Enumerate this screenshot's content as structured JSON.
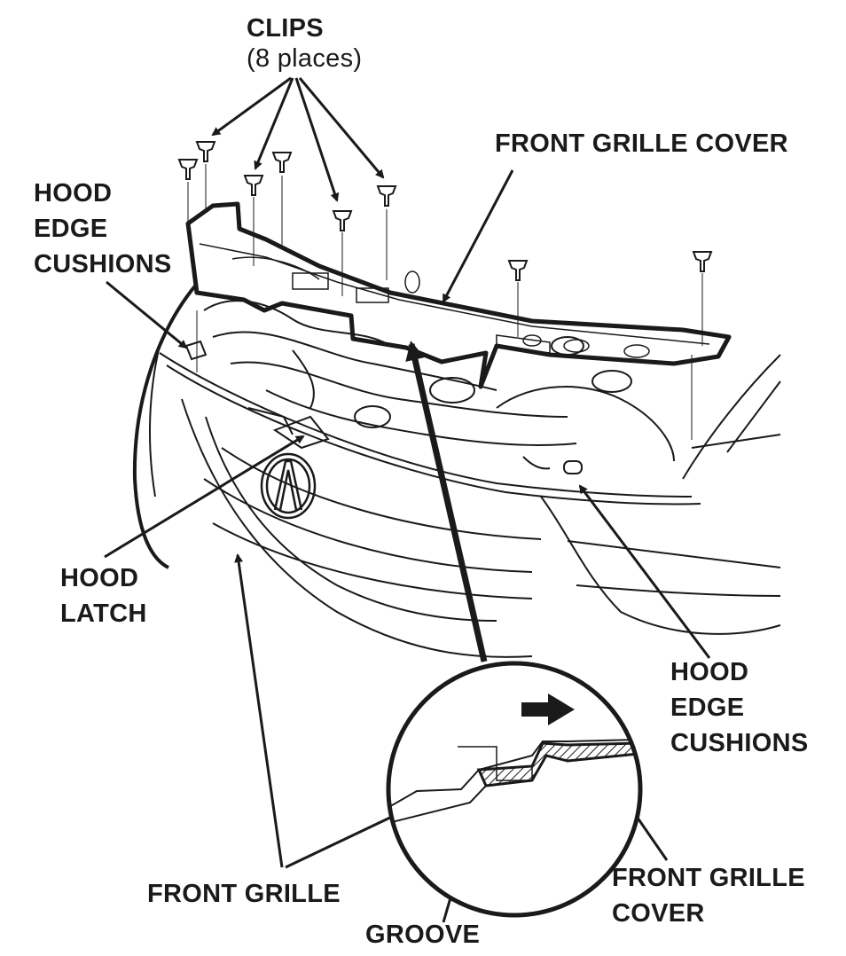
{
  "labels": {
    "clips": {
      "title": "CLIPS",
      "sub": "(8 places)"
    },
    "front_grille_cover_top": "FRONT GRILLE COVER",
    "hood_edge_cushions_left": [
      "HOOD",
      "EDGE",
      "CUSHIONS"
    ],
    "hood_latch": [
      "HOOD",
      "LATCH"
    ],
    "hood_edge_cushions_right": [
      "HOOD",
      "EDGE",
      "CUSHIONS"
    ],
    "front_grille": "FRONT GRILLE",
    "groove": "GROOVE",
    "front_grille_cover_detail": [
      "FRONT GRILLE",
      "COVER"
    ]
  },
  "colors": {
    "ink": "#1a1a1a",
    "paper": "#ffffff"
  }
}
